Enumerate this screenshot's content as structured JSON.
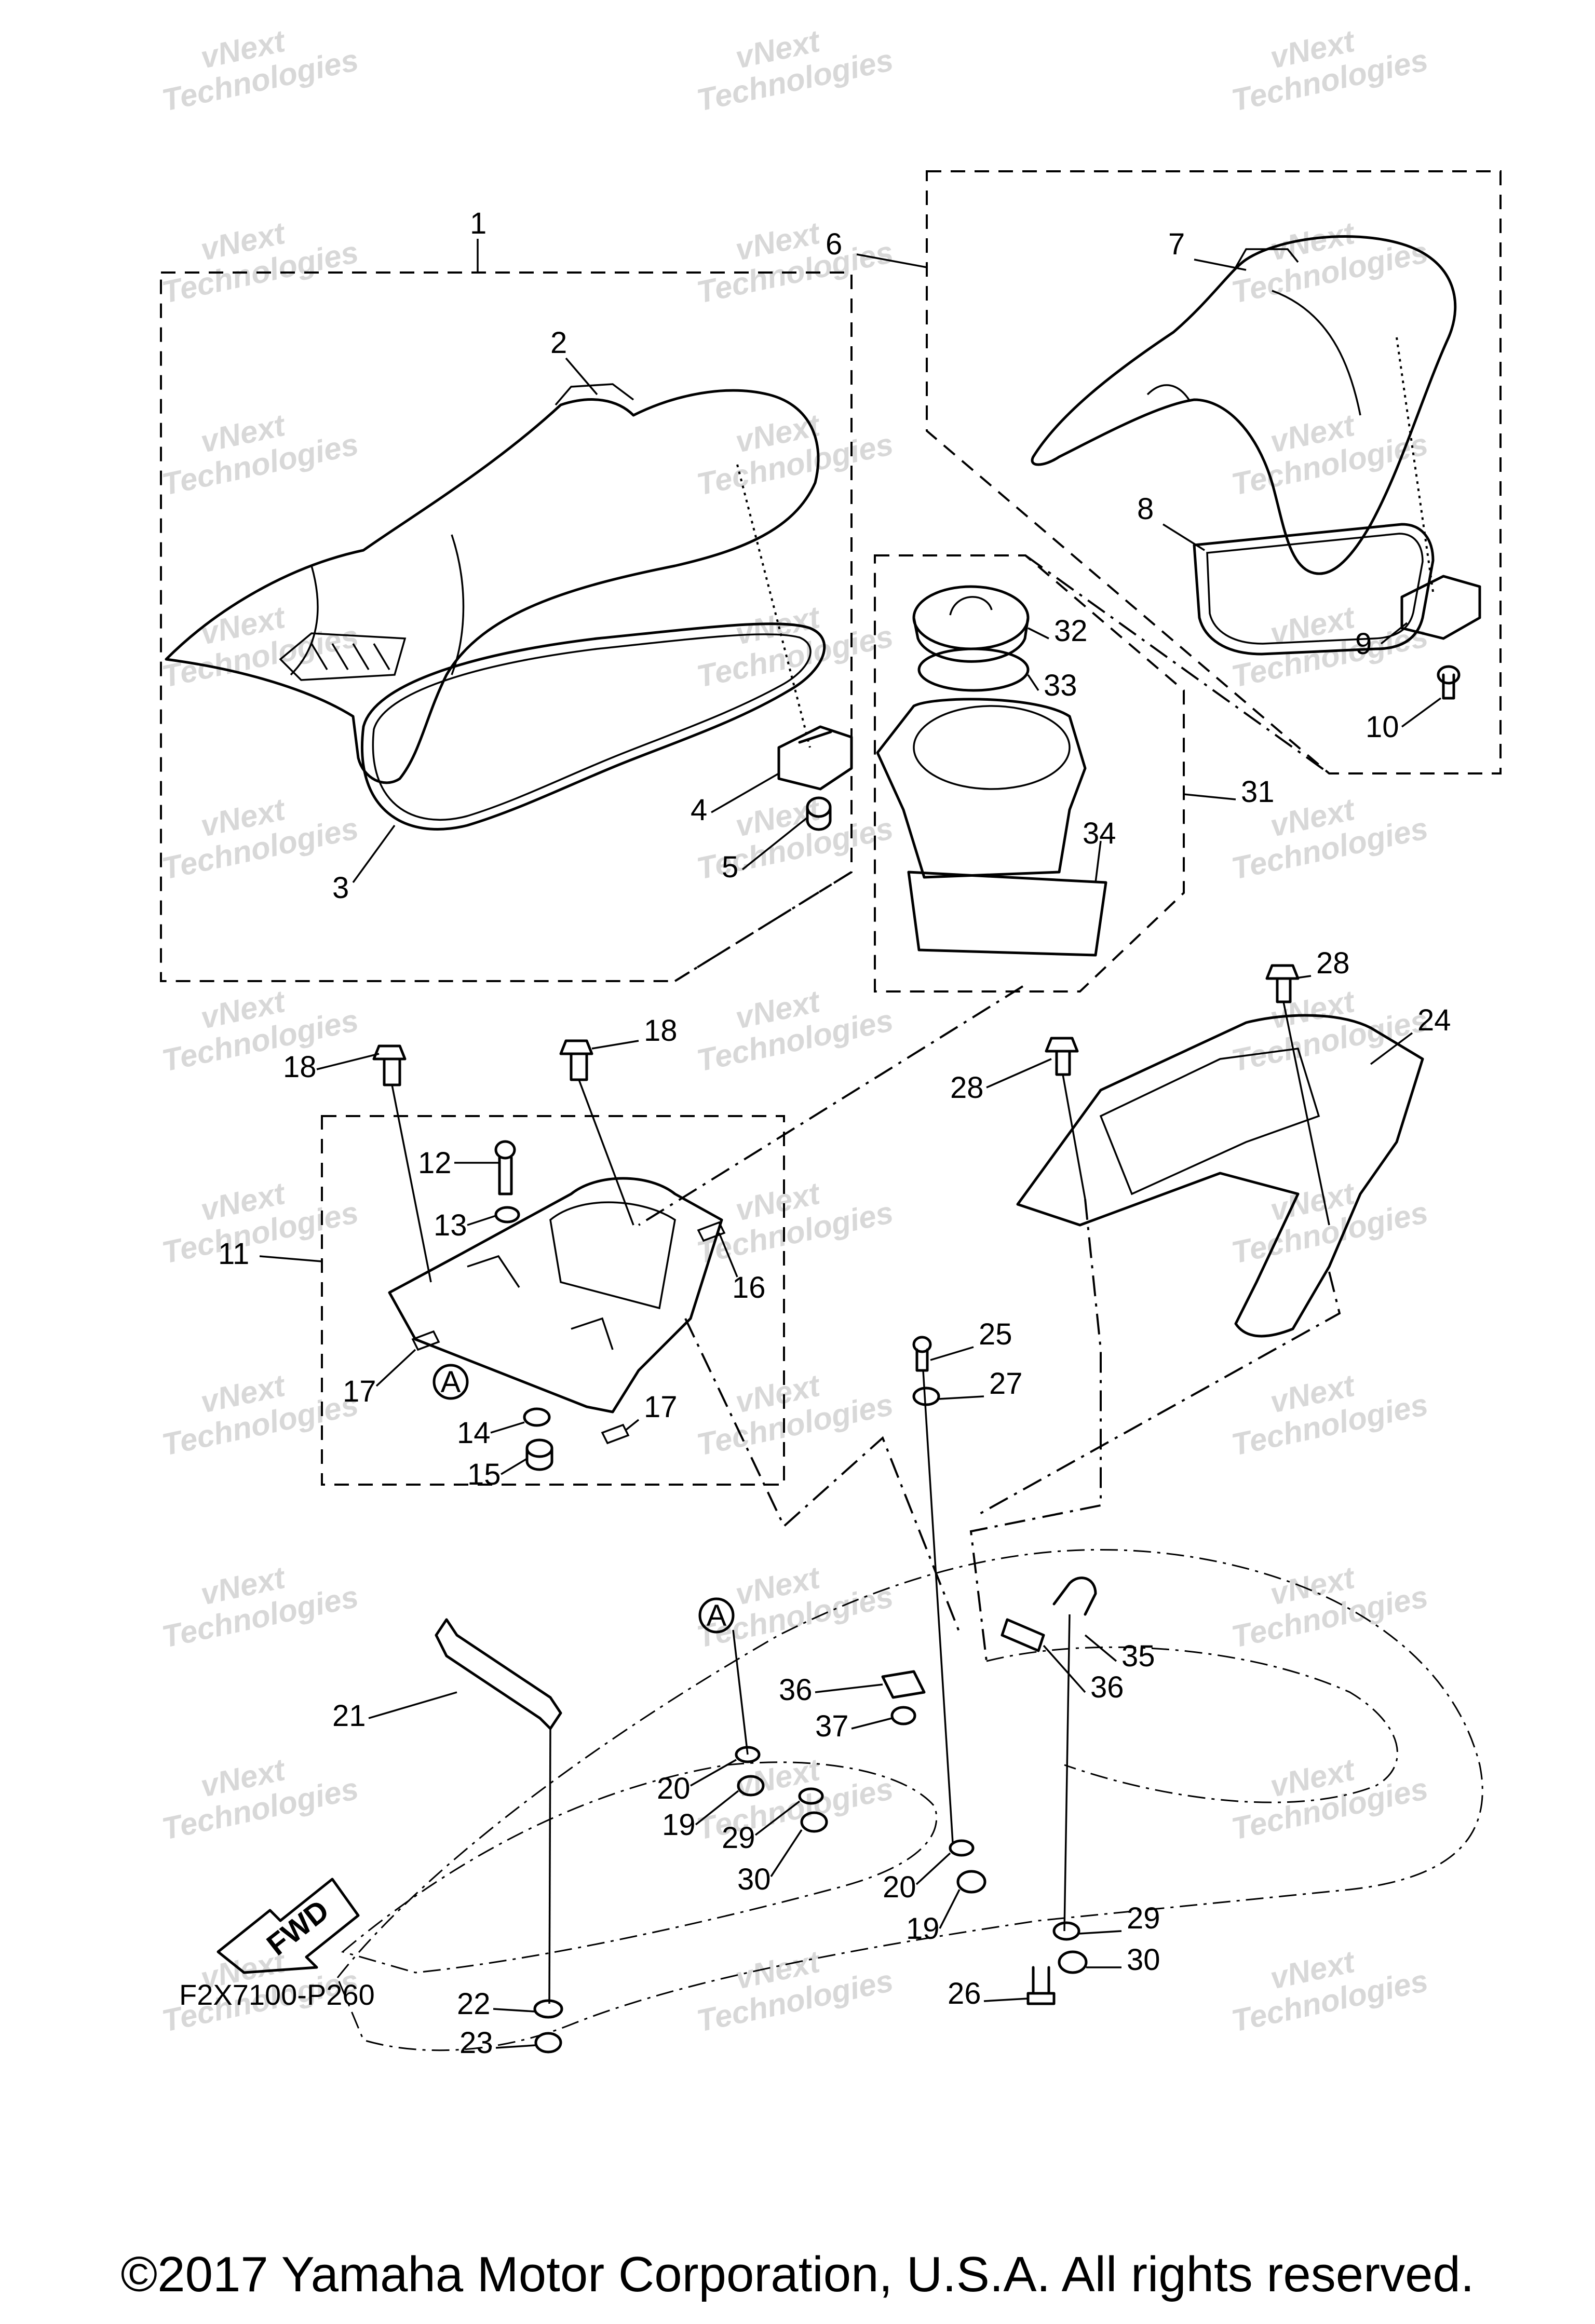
{
  "diagram": {
    "figure_code": "F2X7100-P260",
    "copyright": "©2017 Yamaha Motor Corporation, U.S.A. All rights reserved.",
    "watermark": "vNext Technologies",
    "watermark_line1": "vNext",
    "watermark_line2": "Technologies",
    "fwd_label": "FWD",
    "reference_marker": "A",
    "callouts": [
      "1",
      "2",
      "3",
      "4",
      "5",
      "6",
      "7",
      "8",
      "9",
      "10",
      "11",
      "12",
      "13",
      "14",
      "15",
      "16",
      "17",
      "18",
      "19",
      "20",
      "21",
      "22",
      "23",
      "24",
      "25",
      "26",
      "27",
      "28",
      "29",
      "30",
      "31",
      "32",
      "33",
      "34",
      "35",
      "36",
      "37"
    ]
  }
}
